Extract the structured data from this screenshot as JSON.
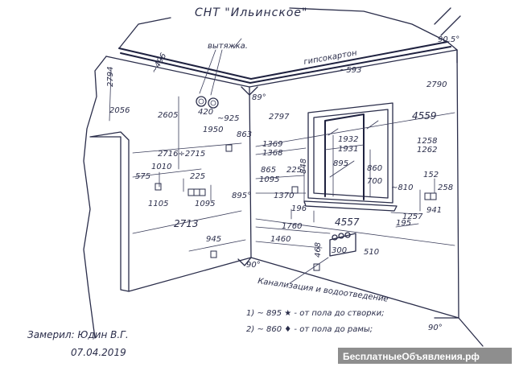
{
  "title": "СНТ \"Ильинское\"",
  "labels": {
    "vent": "вытяжка.",
    "drywall": "гипсокартон",
    "sewer": "Канализация и водоотведение",
    "note1": "1) ~ 895 ★ - от пола до створки;",
    "note2": "2) ~ 860 ♦ - от пола до рамы;",
    "measured": "Замерил: Юдин В.Г.",
    "date": "07.04.2019",
    "watermark": "БесплатныеОбъявления.рф"
  },
  "dimensions": {
    "d2794": "2794",
    "d496": "~496",
    "d2056": "2056",
    "d2605": "2605",
    "d420": "420",
    "d925": "~925",
    "d89": "89°",
    "d2797": "2797",
    "d593": "~593",
    "d2790": "2790",
    "d905": "90,5°",
    "d1950": "1950",
    "d863": "863",
    "d2716": "2716÷2715",
    "d1369": "1369",
    "d1368": "1368",
    "d1932": "1932",
    "d1931": "1931",
    "d4559": "4559",
    "d1258": "1258",
    "d1262": "1262",
    "d1010": "1010",
    "d575": "575",
    "d225a": "225",
    "d865": "865",
    "d225b": "225",
    "d848": "848",
    "d895": "895",
    "d860": "860",
    "d1095a": "1095",
    "d1105": "1105",
    "d1095b": "1095",
    "d1370": "1370",
    "d700": "700",
    "d810": "~810",
    "d152": "152",
    "d258": "258",
    "d8950": "895°",
    "d196": "196",
    "d4557": "4557",
    "d1257": "1257",
    "d941": "941",
    "d2713": "2713",
    "d1760": "1760",
    "d195": "195",
    "d945": "945",
    "d1460": "1460",
    "d468": "468",
    "d300": "300",
    "d510": "510",
    "d90a": "90°",
    "d90b": "90°"
  },
  "colors": {
    "ink": "#2a2d4a",
    "watermark_bg": "#7a7a7a"
  }
}
